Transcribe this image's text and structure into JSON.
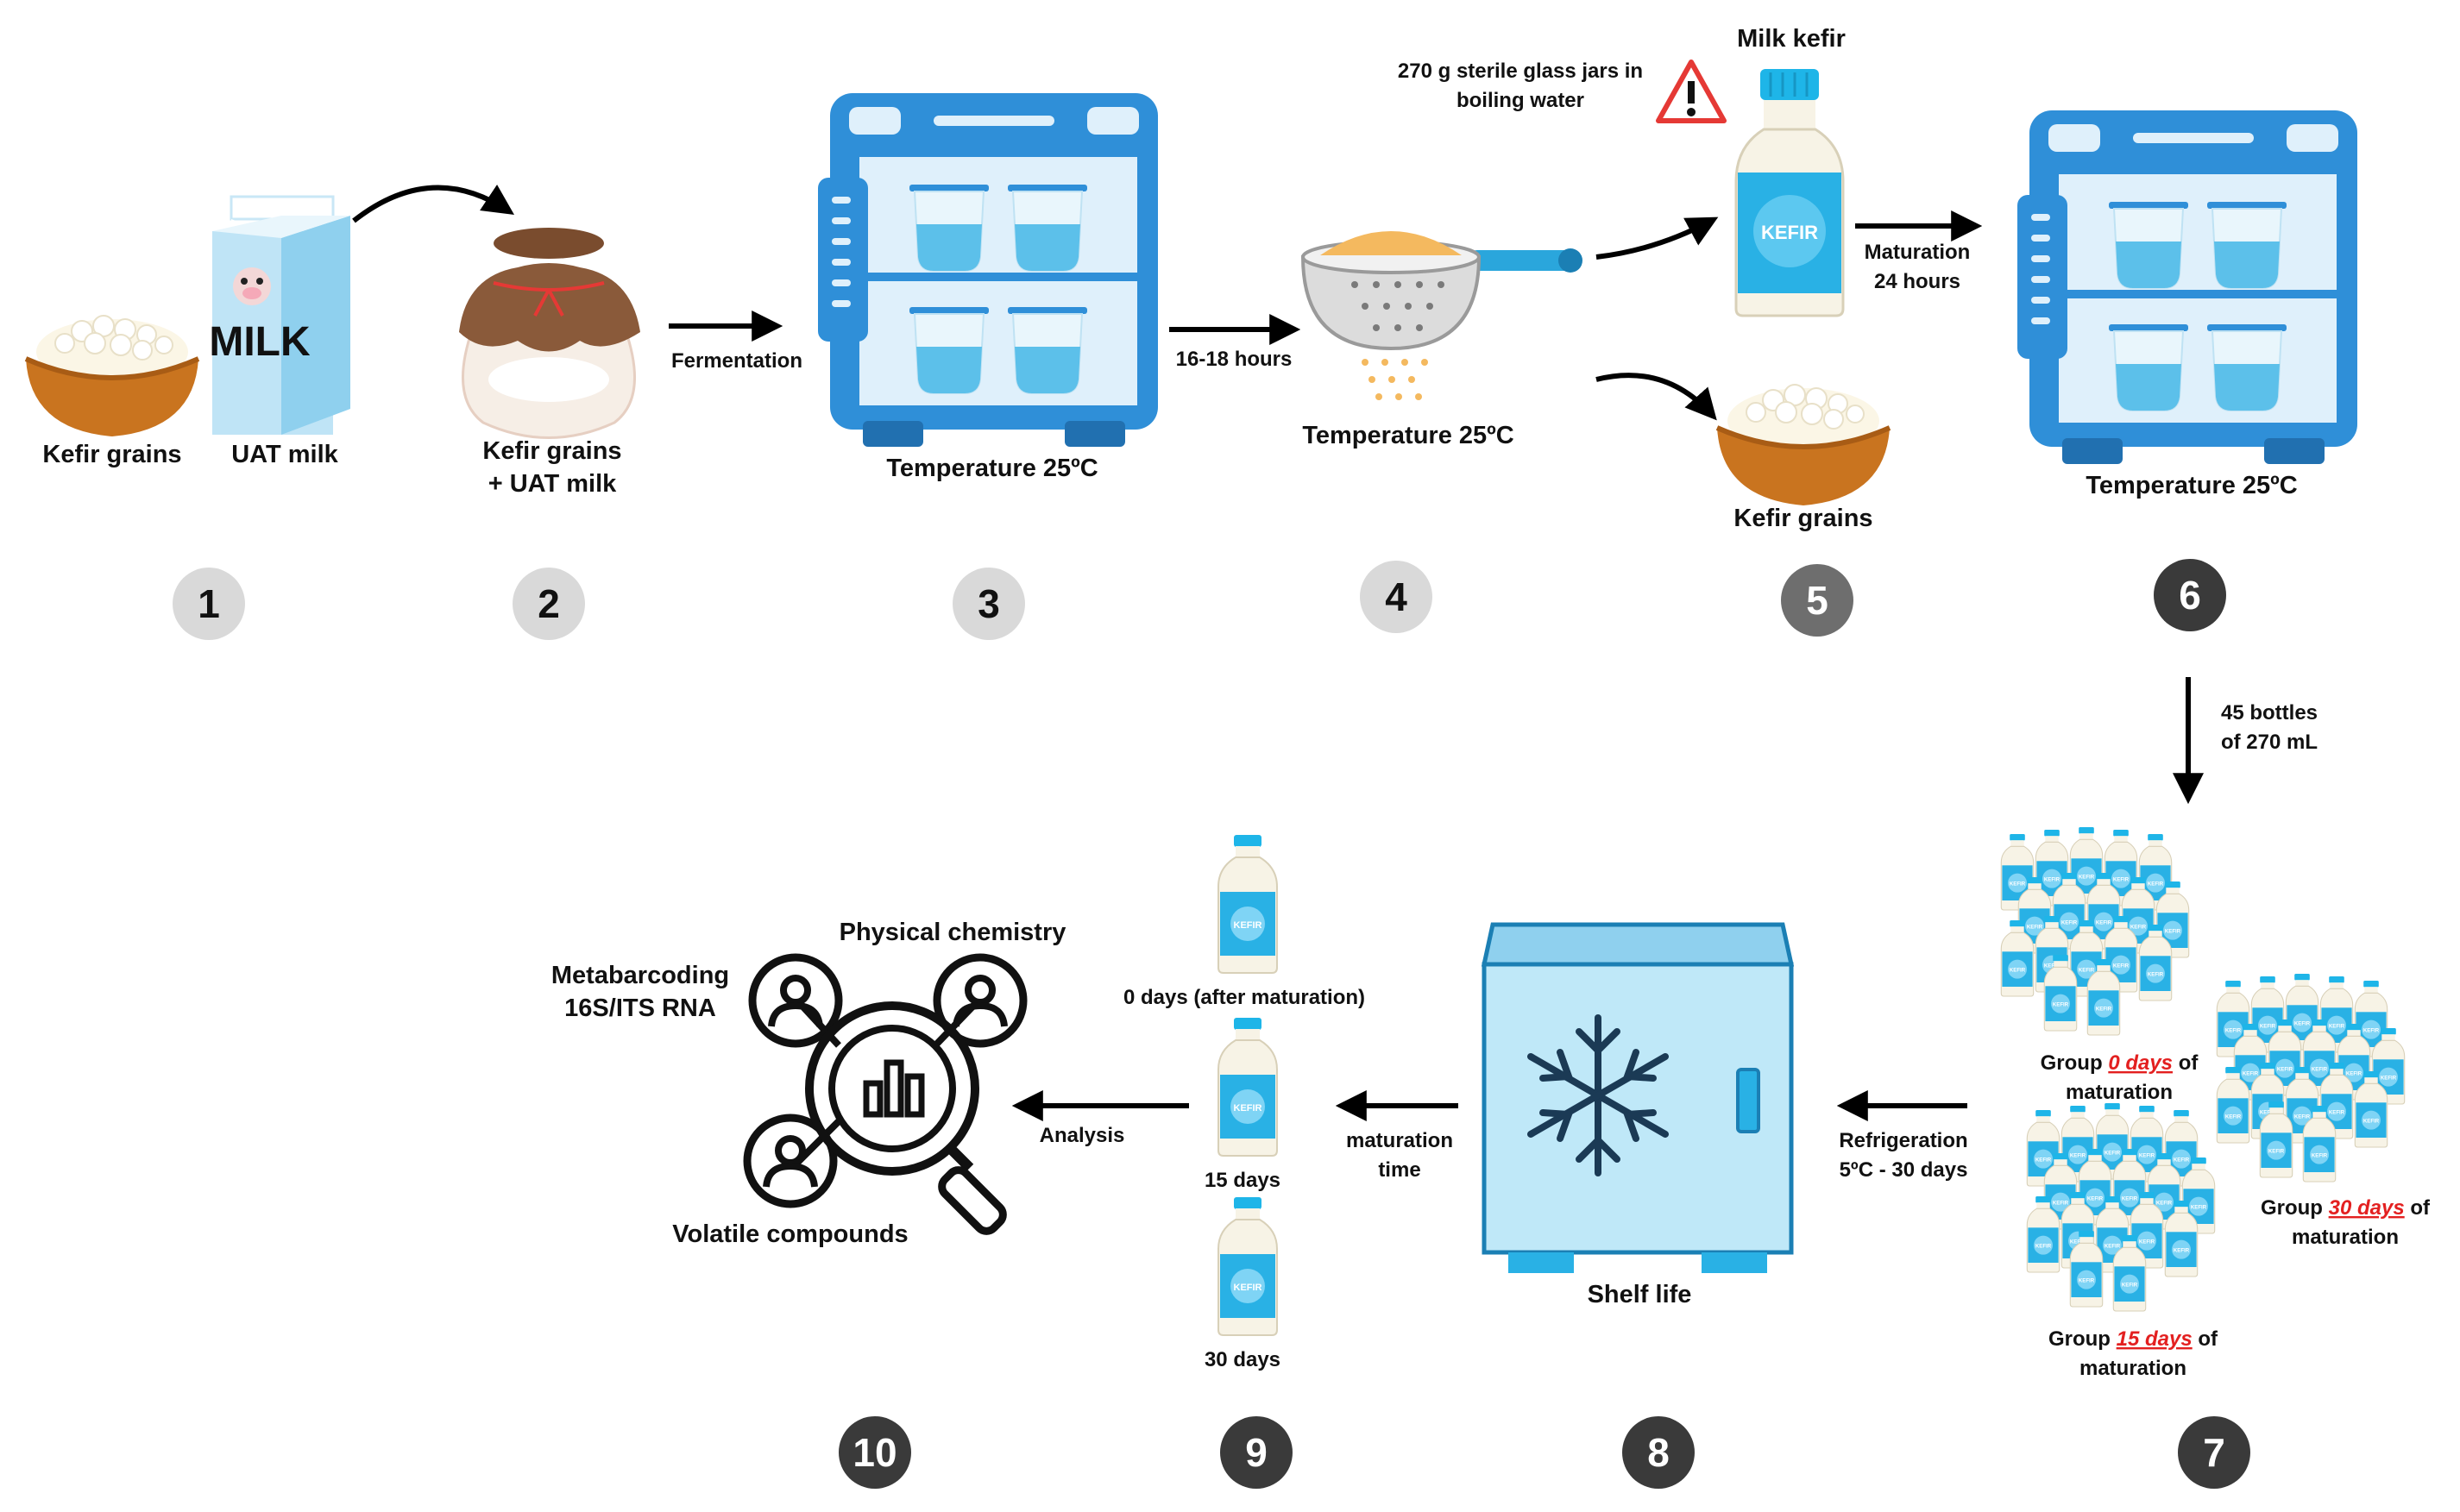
{
  "labels": {
    "kefir_grains": "Kefir grains",
    "uat_milk": "UAT milk",
    "milk_carton_text": "MILK",
    "jar_line1": "Kefir grains",
    "jar_line2": "+ UAT milk",
    "fermentation": "Fermentation",
    "temp_3": "Temperature 25ºC",
    "hours_16_18": "16-18 hours",
    "jars_line1": "270 g sterile glass jars in",
    "jars_line2": "boiling water",
    "temp_4": "Temperature 25ºC",
    "milk_kefir": "Milk kefir",
    "bottle_label": "KEFIR",
    "kefir_grains_5": "Kefir grains",
    "maturation_line1": "Maturation",
    "maturation_line2": "24 hours",
    "temp_6": "Temperature 25ºC",
    "bottles_line1": "45 bottles",
    "bottles_line2": "of 270 mL",
    "group_word": "Group",
    "of_word": "of",
    "maturation_word": "maturation",
    "group_0_days": "0 days",
    "group_30_days": "30 days",
    "group_15_days": "15 days",
    "refrigeration_line1": "Refrigeration",
    "refrigeration_line2": "5ºC - 30 days",
    "shelf_life": "Shelf life",
    "maturation_time_line1": "maturation",
    "maturation_time_line2": "time",
    "day_0": "0 days (after maturation)",
    "day_15": "15 days",
    "day_30": "30 days",
    "analysis": "Analysis",
    "physical_chemistry": "Physical chemistry",
    "metabarcoding_line1": "Metabarcoding",
    "metabarcoding_line2": "16S/ITS RNA",
    "volatile_compounds": "Volatile compounds"
  },
  "steps": [
    "1",
    "2",
    "3",
    "4",
    "5",
    "6",
    "7",
    "8",
    "9",
    "10"
  ],
  "colors": {
    "badge_light": "#d9d9d9",
    "badge_mid": "#6e6e6e",
    "badge_dark": "#3a3a3a",
    "incubator_blue": "#2f8fd8",
    "panel_light": "#dff0fb",
    "liquid_blue": "#5cc0ea",
    "bottle_blue": "#29b1e5",
    "freezer_blue": "#bfe8f8",
    "bowl_brown": "#c9741f",
    "cap_teal": "#1eb5e8",
    "warning_red": "#e53935",
    "underline_red": "#e32020"
  }
}
